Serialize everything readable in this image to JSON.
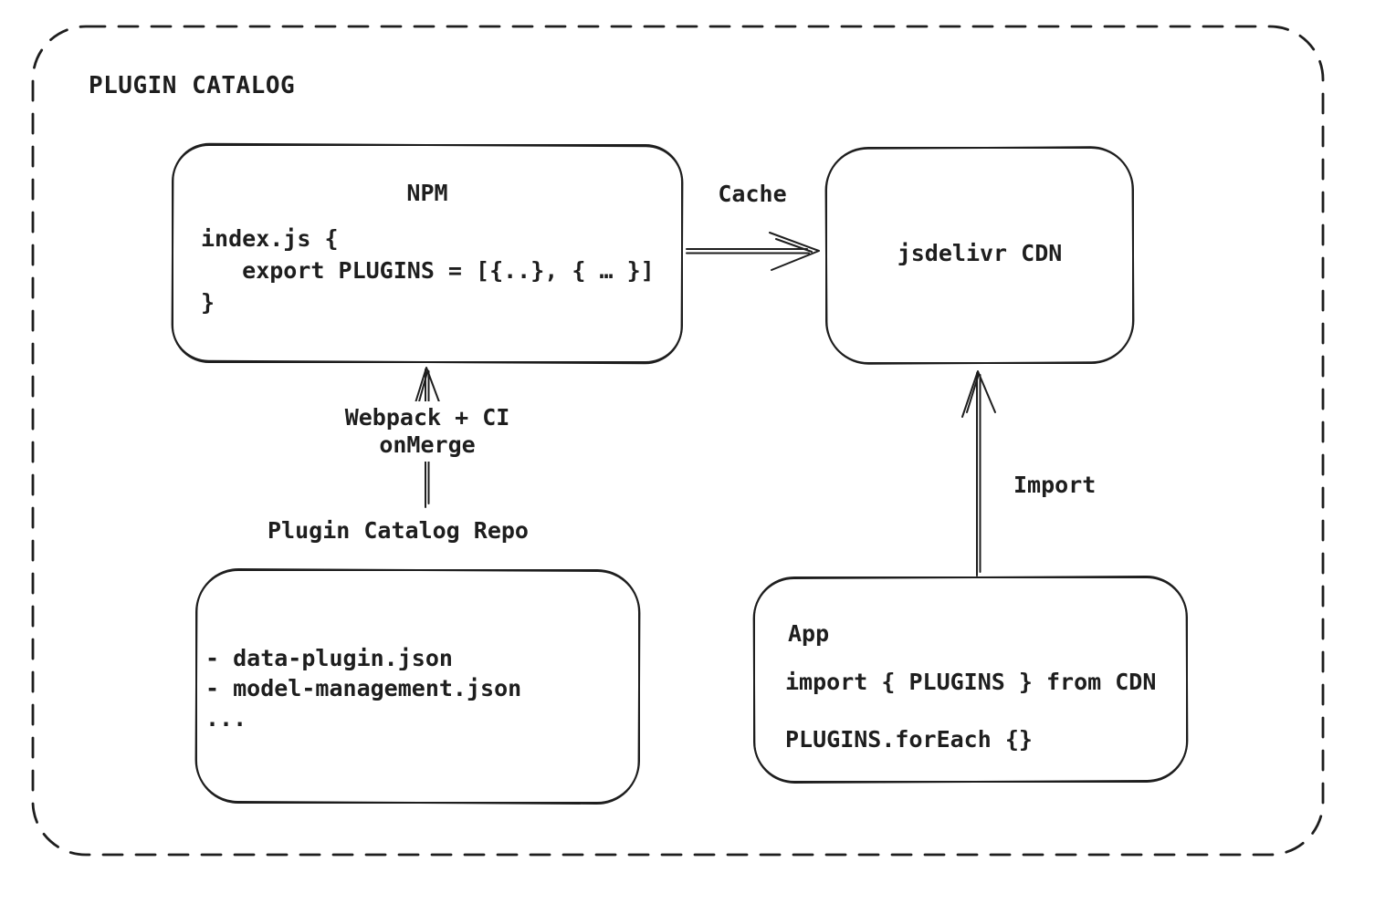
{
  "canvas": {
    "title": "PLUGIN CATALOG",
    "background": "#ffffff",
    "stroke_color": "#1e1e1e"
  },
  "nodes": {
    "npm": {
      "title": "NPM",
      "code": "index.js {\n   export PLUGINS = [{..}, { … }]\n}"
    },
    "cdn": {
      "label": "jsdelivr CDN"
    },
    "repo": {
      "label": "Plugin Catalog Repo",
      "files": "- data-plugin.json\n- model-management.json\n..."
    },
    "app": {
      "title": "App",
      "code_import": "import { PLUGINS } from CDN",
      "code_foreach": "PLUGINS.forEach {}"
    }
  },
  "edges": {
    "cache": {
      "label": "Cache",
      "from": "NPM",
      "to": "jsdelivr CDN"
    },
    "build": {
      "label": "Webpack + CI\nonMerge",
      "from": "Plugin Catalog Repo",
      "to": "NPM"
    },
    "import": {
      "label": "Import",
      "from": "App",
      "to": "jsdelivr CDN"
    }
  }
}
